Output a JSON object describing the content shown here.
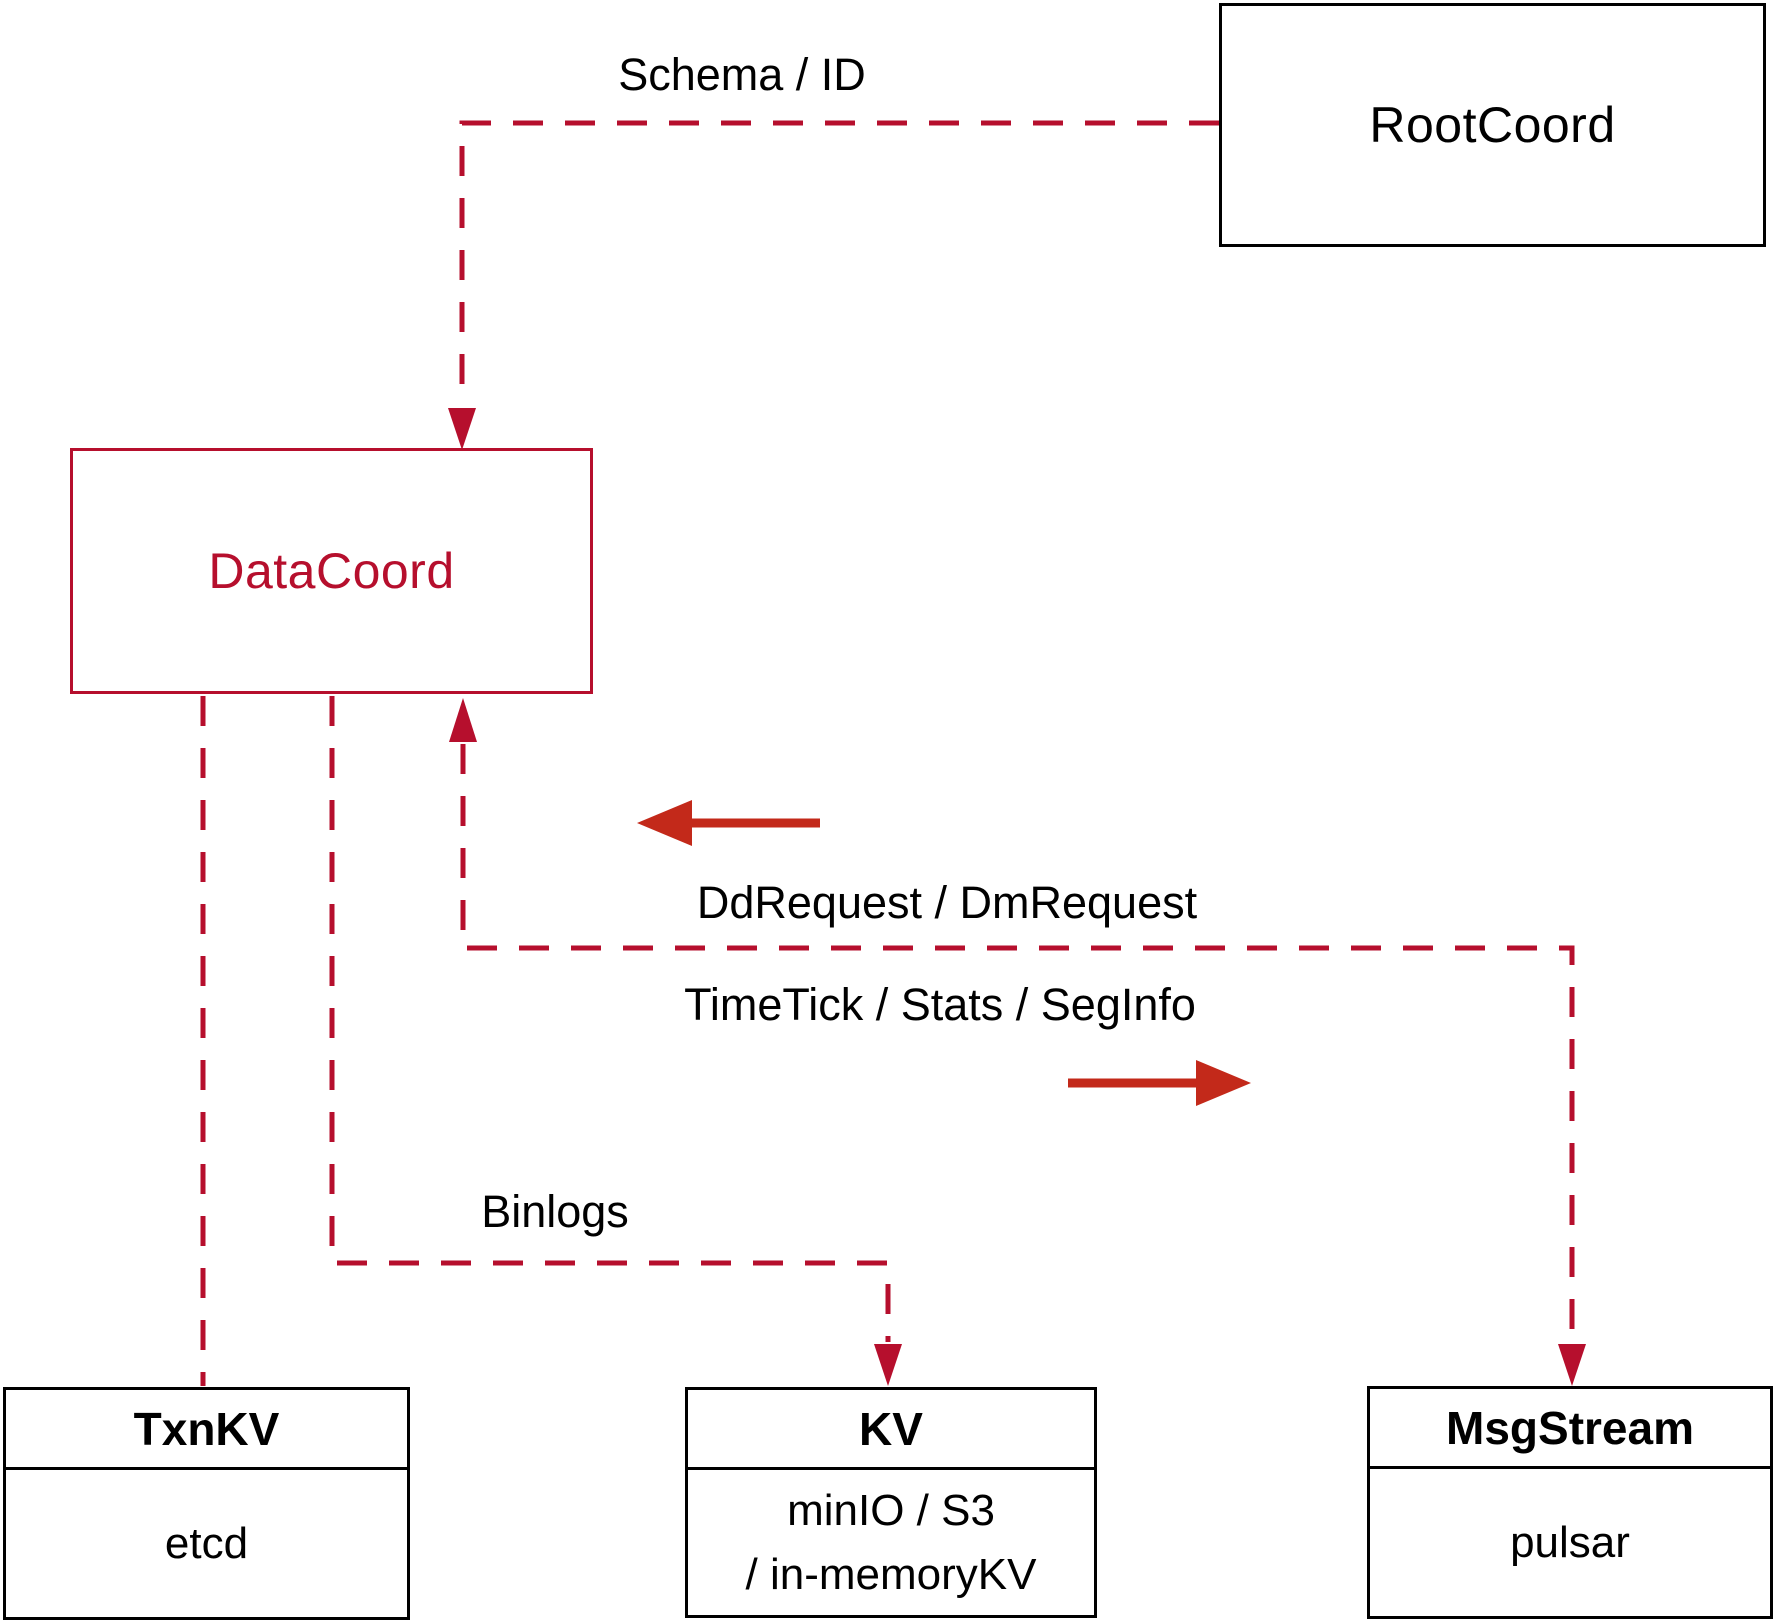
{
  "diagram": {
    "colors": {
      "line_crimson": "#B60F2D",
      "arrow_red": "#C3291A",
      "box_border_black": "#000000"
    },
    "nodes": {
      "rootcoord": {
        "label": "RootCoord"
      },
      "datacoord": {
        "label": "DataCoord"
      },
      "txnkv": {
        "title": "TxnKV",
        "body": "etcd"
      },
      "kv": {
        "title": "KV",
        "body_line1": "minIO / S3",
        "body_line2": "/ in-memoryKV"
      },
      "msgstream": {
        "title": "MsgStream",
        "body": "pulsar"
      }
    },
    "edges": {
      "schema_id": {
        "label": "Schema / ID"
      },
      "dd_request": {
        "label": "DdRequest / DmRequest"
      },
      "time_tick": {
        "label": "TimeTick / Stats / SegInfo"
      },
      "binlogs": {
        "label": "Binlogs"
      }
    }
  }
}
